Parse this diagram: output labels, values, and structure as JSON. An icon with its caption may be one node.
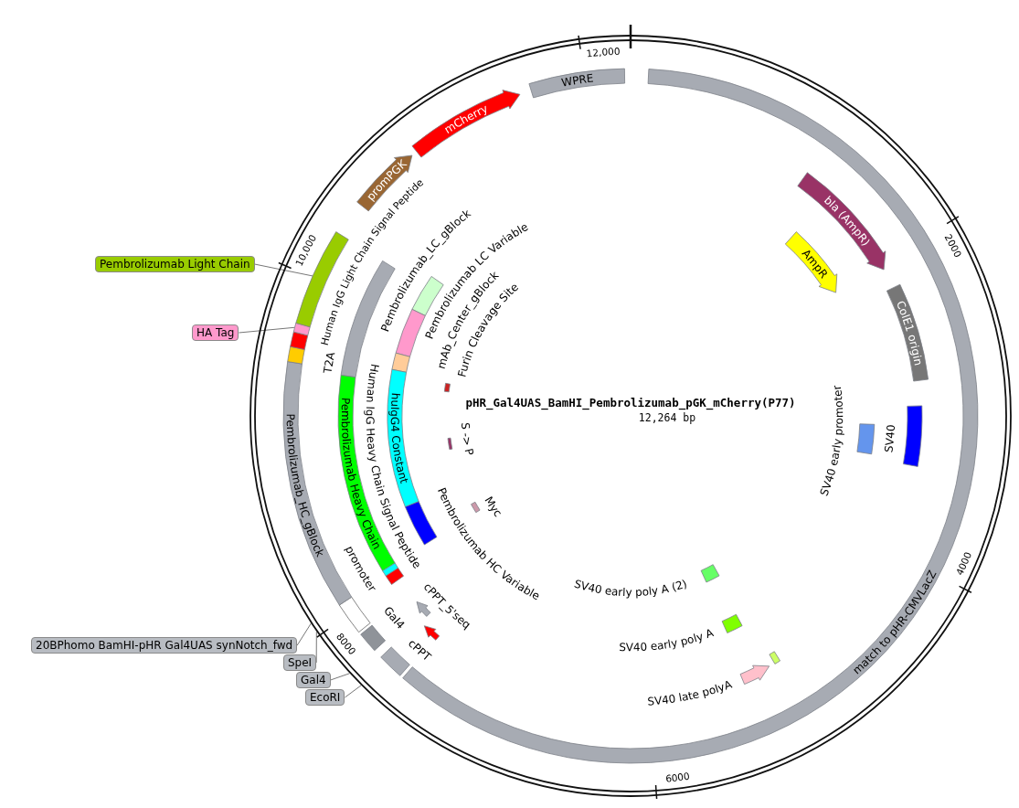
{
  "diagram": {
    "title": "pHR_Gal4UAS_BamHI_Pembrolizumab_pGK_mCherry(P77)",
    "nodes": [
      {
        "text": [
          "WPRE"
        ]
      },
      {
        "text": [
          "match to pHR-CMVLacZ"
        ]
      },
      {
        "text": [
          "bla (AmpR)"
        ]
      },
      {
        "text": [
          "AmpR"
        ]
      },
      {
        "text": [
          "ColE1 origin"
        ]
      },
      {
        "text": [
          "SV40 early promoter"
        ]
      },
      {
        "text": [
          "SV40"
        ]
      },
      {
        "text": [
          "SV40 early poly A (2)"
        ]
      },
      {
        "text": [
          "SV40 early poly A"
        ]
      },
      {
        "text": [],
        "shape": "bar"
      },
      {
        "text": [
          "SV40 late polyA"
        ]
      },
      {
        "text": [
          "cPPT"
        ]
      },
      {
        "text": [],
        "shape": "arrow"
      },
      {
        "text": [
          "cPPT_5'seq"
        ]
      },
      {
        "text": [
          "Gal4"
        ]
      },
      {
        "text": [
          "promoter"
        ]
      },
      {
        "text": [
          "Pembrolizumab_HC_gBlock"
        ]
      },
      {
        "text": [
          "T2A"
        ]
      },
      {
        "text": [
          "Human IgG Light Chain Signal Peptide"
        ]
      },
      {
        "text": [],
        "shape": "bar"
      },
      {
        "text": [],
        "shape": "bar"
      },
      {
        "text": [
          "promPGK"
        ]
      },
      {
        "text": [
          "mCherry"
        ]
      },
      {
        "text": [
          "Pembrolizumab_LC_gBlock"
        ]
      },
      {
        "text": [
          "Pembrolizumab Heavy Chain"
        ]
      },
      {
        "text": [],
        "shape": "bar"
      },
      {
        "text": [
          "Human IgG Heavy Chain Signal Peptide"
        ]
      },
      {
        "text": [],
        "shape": "bar"
      },
      {
        "text": [
          "Pembrolizumab LC Variable"
        ]
      },
      {
        "text": [
          "mAb_Center_gBlock"
        ]
      },
      {
        "text": [
          "huIgG4 Constant"
        ]
      },
      {
        "text": [
          "Pembrolizumab HC Variable"
        ]
      },
      {
        "text": [
          "Furin Cleavage Site"
        ]
      },
      {
        "text": [
          "S -> P"
        ]
      },
      {
        "text": [
          "Myc"
        ]
      },
      {
        "text": [
          "Pembrolizumab Light Chain"
        ]
      },
      {
        "text": [
          "HA Tag"
        ]
      },
      {
        "text": [
          "20BPhomo BamHI-pHR Gal4UAS synNotch_fwd"
        ]
      },
      {
        "text": [
          "SpeI"
        ]
      },
      {
        "text": [
          "Gal4"
        ]
      },
      {
        "text": [
          "EcoRI"
        ]
      }
    ],
    "edges": [
      {
        "from": 35,
        "to": 20,
        "arrow": "none"
      },
      {
        "from": 36,
        "to": 19,
        "arrow": "none"
      },
      {
        "from": 37,
        "to": null,
        "arrow": "none"
      },
      {
        "from": 38,
        "to": null,
        "arrow": "none"
      },
      {
        "from": 39,
        "to": null,
        "arrow": "none"
      },
      {
        "from": 40,
        "to": null,
        "arrow": "none"
      }
    ],
    "labels": [
      "12,264 bp",
      "12,000",
      "2000",
      "4000",
      "6000",
      "8000",
      "10,000"
    ]
  }
}
